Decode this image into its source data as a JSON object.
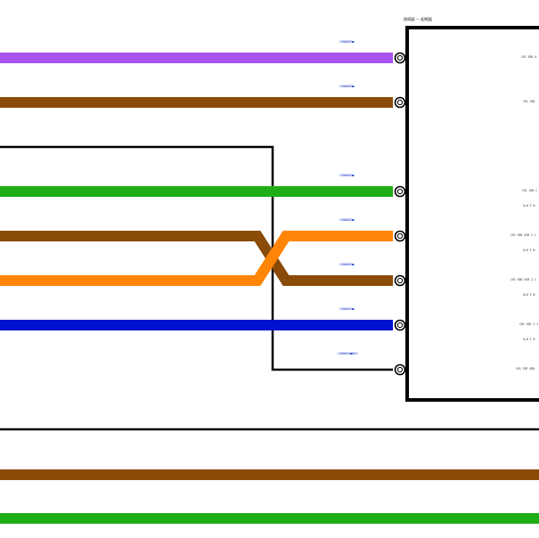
{
  "component": {
    "title": "接続図 — 配線図"
  },
  "colors": {
    "purple": "#a855f0",
    "brown": "#8a4a08",
    "green": "#1fae14",
    "orange": "#ff8507",
    "blue": "#0012d1",
    "black": "#000000"
  },
  "connectors": [
    {
      "id": "c1",
      "label": "CONN8D5■"
    },
    {
      "id": "c2",
      "label": "CONN8D5■"
    },
    {
      "id": "c3",
      "label": "CONN8D5■"
    },
    {
      "id": "c4",
      "label": "CONN8D5■"
    },
    {
      "id": "c5",
      "label": "CONN8D5■"
    },
    {
      "id": "c6",
      "label": "CONN8D5■"
    },
    {
      "id": "c7",
      "label": "CONN8D5■8D5"
    }
  ],
  "pins": [
    {
      "id": "p1",
      "label": "CH1 SBV A"
    },
    {
      "id": "p2",
      "label": "CH1 SBV"
    },
    {
      "id": "p3a",
      "label": "CH1 SBV C"
    },
    {
      "id": "p3b",
      "label": "G+H F N"
    },
    {
      "id": "p4a",
      "label": "CH1 SBV USB 2.1"
    },
    {
      "id": "p4b",
      "label": "G+H F N"
    },
    {
      "id": "p5a",
      "label": "CH1 SBV USB 2.1"
    },
    {
      "id": "p5b",
      "label": "G+H F N"
    },
    {
      "id": "p6a",
      "label": "CH1 SBV 2.1"
    },
    {
      "id": "p6b",
      "label": "G+H F N"
    },
    {
      "id": "p7",
      "label": "CH1 CBF GDB"
    }
  ]
}
